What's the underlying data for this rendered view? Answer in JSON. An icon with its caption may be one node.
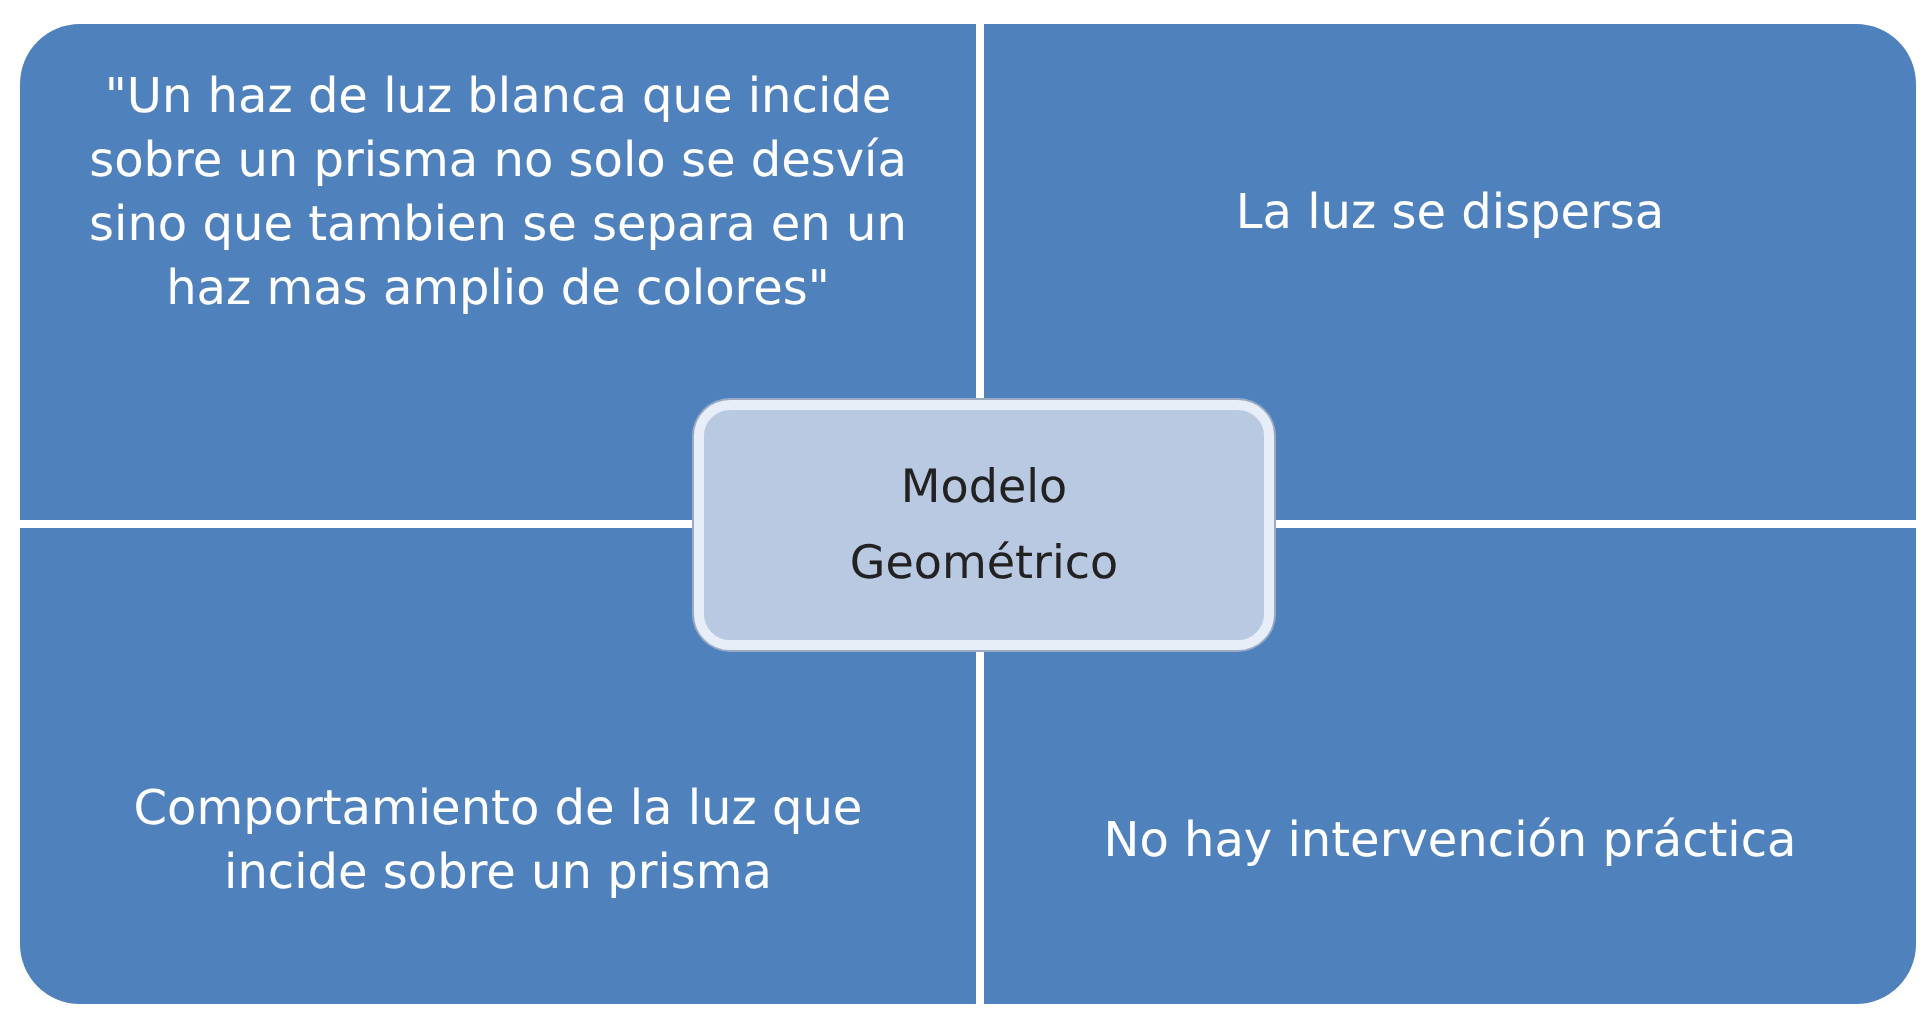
{
  "diagram": {
    "nodes": [
      {
        "text": [
          "\"Un haz de luz blanca que incide sobre un prisma no solo se desvía sino que tambien se separa en un haz mas amplio de colores\""
        ]
      },
      {
        "text": [
          "La luz se dispersa"
        ]
      },
      {
        "text": [
          "Modelo Geométrico"
        ]
      },
      {
        "text": [
          "Comportamiento de la luz que incide sobre un prisma"
        ]
      },
      {
        "text": [
          "No hay intervención práctica"
        ]
      }
    ]
  }
}
